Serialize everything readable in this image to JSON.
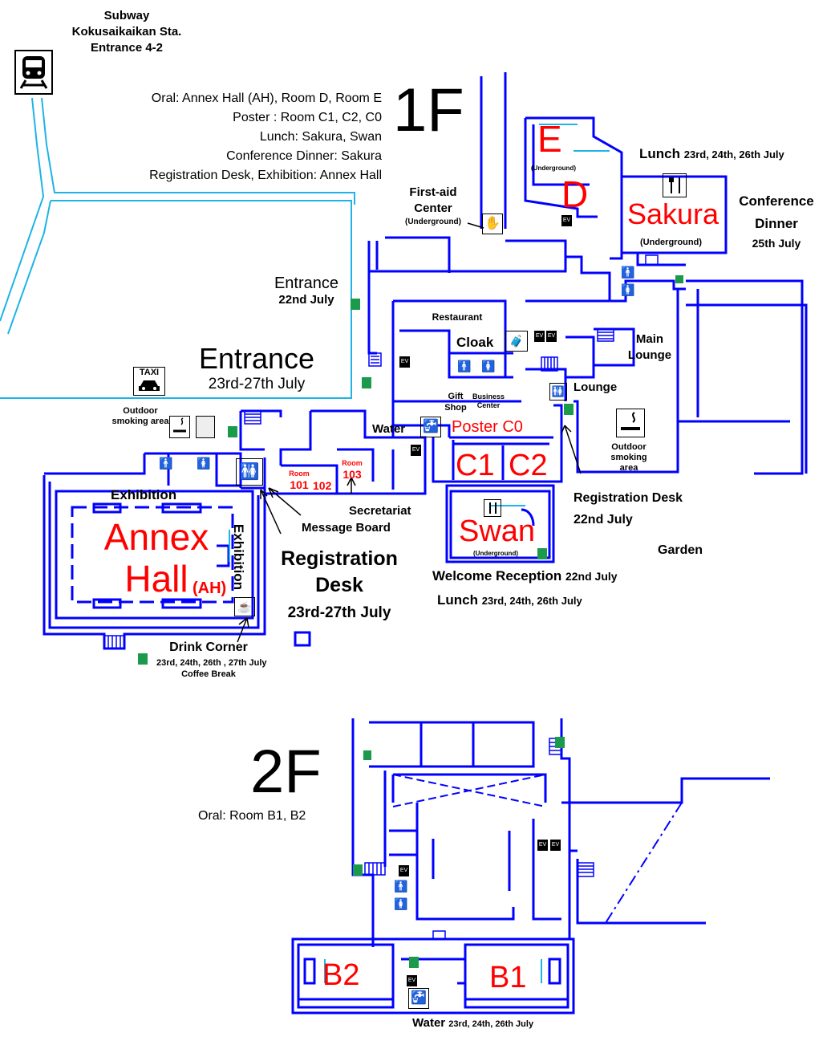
{
  "colors": {
    "wall": "#0000ff",
    "road": "#1eb4e6",
    "room_label": "#ff0000",
    "exit": "#1a9a4a",
    "text": "#000000"
  },
  "subway": {
    "line1": "Subway",
    "line2": "Kokusaikaikan Sta.",
    "line3": "Entrance 4-2",
    "icon": "train-icon"
  },
  "legend_1f": {
    "oral": "Oral:  Annex Hall (AH), Room D, Room E",
    "poster": "Poster : Room C1, C2, C0",
    "lunch": "Lunch: Sakura, Swan",
    "dinner": "Conference Dinner: Sakura",
    "registration": "Registration Desk, Exhibition: Annex Hall"
  },
  "floor_1f": "1F",
  "floor_2f": "2F",
  "legend_2f": "Oral: Room B1, B2",
  "rooms": {
    "e": "E",
    "d": "D",
    "sakura": "Sakura",
    "c1": "C1",
    "c2": "C2",
    "poster_c0": "Poster  C0",
    "swan": "Swan",
    "annex1": "Annex",
    "annex2": "Hall",
    "ah": "(AH)",
    "b1": "B1",
    "b2": "B2",
    "room101_label": "Room",
    "room101": "101",
    "room102": "102",
    "room103_label": "Room",
    "room103": "103"
  },
  "labels": {
    "underground": "(Underground)",
    "first_aid": "First-aid",
    "center": "Center",
    "lunch_sakura": "Lunch",
    "lunch_sakura_dates": "23rd, 24th, 26th July",
    "conference": "Conference",
    "dinner": "Dinner",
    "dinner_date": "25th July",
    "entrance": "Entrance",
    "entrance_date": "22nd July",
    "entrance_big": "Entrance",
    "entrance_big_dates": "23rd-27th July",
    "restaurant": "Restaurant",
    "cloak": "Cloak",
    "main": "Main",
    "lounge_main": "Lounge",
    "lounge": "Lounge",
    "gift": "Gift",
    "shop": "Shop",
    "business": "Business",
    "business_center": "Center",
    "water": "Water",
    "outdoor": "Outdoor",
    "smoking_area": "smoking area",
    "smoking": "smoking",
    "area": "area",
    "exhibition_top": "Exhibition",
    "exhibition_side": "Exhibition",
    "secretariat": "Secretariat",
    "message_board": "Message Board",
    "registration": "Registration",
    "desk": "Desk",
    "registration_dates": "23rd-27th July",
    "registration_desk_small": "Registration Desk",
    "registration_desk_date": "22nd July",
    "garden": "Garden",
    "welcome": "Welcome Reception",
    "welcome_date": "22nd July",
    "lunch_swan": "Lunch",
    "lunch_swan_dates": "23rd, 24th, 26th July",
    "drink_corner": "Drink Corner",
    "drink_dates": "23rd, 24th, 26th , 27th July",
    "coffee_break": "Coffee Break",
    "water_2f": "Water",
    "water_2f_dates": "23rd, 24th, 26th  July",
    "taxi": "TAXI",
    "ev": "EV"
  }
}
